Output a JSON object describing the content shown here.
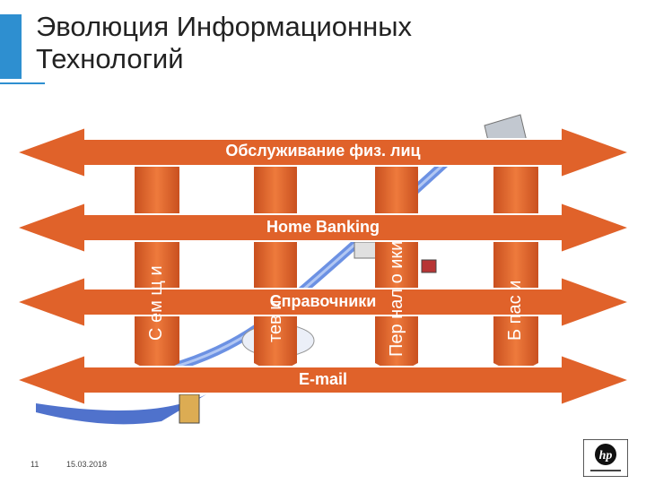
{
  "slide": {
    "title_lines": [
      "Эволюция Информационных",
      "Технологий"
    ],
    "arrows": [
      "Обслуживание физ. лиц",
      "Home Banking",
      "Справочники",
      "E-mail"
    ],
    "vertical_labels": [
      "С    ем    щ    и",
      "тев    и",
      "Пер    нал    о    ики",
      "Б    пас    и"
    ],
    "footer": {
      "page_number": "11",
      "date": "15.03.2018"
    },
    "logo_text": "hp",
    "colors": {
      "accent": "#2e8fd0",
      "arrow": "#e0622a",
      "bar": "#e46b2d"
    }
  }
}
